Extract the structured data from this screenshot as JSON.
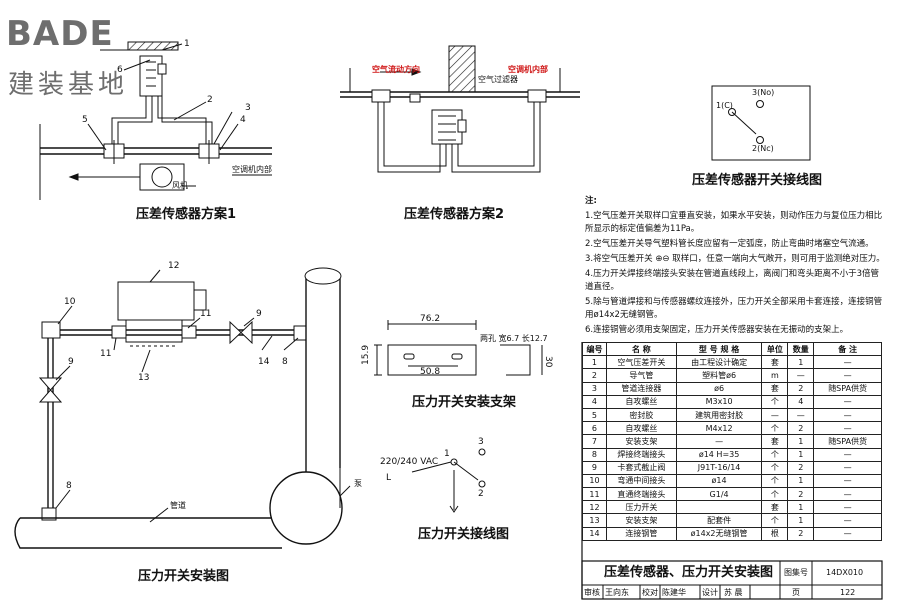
{
  "logo": {
    "latin": "BADE",
    "chinese": "建装基地"
  },
  "scheme1": {
    "title": "压差传感器方案1",
    "callouts": [
      "1",
      "6",
      "2",
      "5",
      "3",
      "4"
    ],
    "fan_label": "风机",
    "duct_label": "空调机内部"
  },
  "scheme2": {
    "title": "压差传感器方案2",
    "airflow_label": "空气流动方向",
    "filter_label": "空气过滤器",
    "inside_label": "空调机内部"
  },
  "switch_wiring_top": {
    "title": "压差传感器开关接线图",
    "terminals": [
      "3(No)",
      "1(C)",
      "2(Nc)"
    ]
  },
  "notes": {
    "heading": "注:",
    "items": [
      "1.空气压差开关取样口宜垂直安装，如果水平安装，则动作压力与复位压力相比所显示的标定值偏差为11Pa。",
      "2.空气压差开关导气塑料管长度应留有一定弧度，防止弯曲时堵塞空气流通。",
      "3.将空气压差开关 ⊕⊖ 取样口，任意一端向大气敞开，则可用于监测绝对压力。",
      "4.压力开关焊接终端接头安装在管道直线段上，离阀门和弯头距离不小于3倍管道直径。",
      "5.除与管道焊接和与传感器螺纹连接外，压力开关全部采用卡套连接，连接铜管用ø14x2无缝钢管。",
      "6.连接铜管必须用支架固定，压力开关传感器安装在无振动的支架上。"
    ]
  },
  "parts_table": {
    "headers": [
      "编号",
      "名 称",
      "型 号 规 格",
      "单位",
      "数量",
      "备 注"
    ],
    "rows": [
      [
        "1",
        "空气压差开关",
        "由工程设计确定",
        "套",
        "1",
        "—"
      ],
      [
        "2",
        "导气管",
        "塑料管ø6",
        "m",
        "—",
        "—"
      ],
      [
        "3",
        "管道连接器",
        "ø6",
        "套",
        "2",
        "随SPA供货"
      ],
      [
        "4",
        "自攻螺丝",
        "M3x10",
        "个",
        "4",
        "—"
      ],
      [
        "5",
        "密封胶",
        "建筑用密封胶",
        "—",
        "—",
        "—"
      ],
      [
        "6",
        "自攻螺丝",
        "M4x12",
        "个",
        "2",
        "—"
      ],
      [
        "7",
        "安装支架",
        "—",
        "套",
        "1",
        "随SPA供货"
      ],
      [
        "8",
        "焊接终端接头",
        "ø14  H=35",
        "个",
        "1",
        "—"
      ],
      [
        "9",
        "卡套式截止阀",
        "J91T-16/14",
        "个",
        "2",
        "—"
      ],
      [
        "10",
        "弯通中间接头",
        "ø14",
        "个",
        "1",
        "—"
      ],
      [
        "11",
        "直通终端接头",
        "G1/4",
        "个",
        "2",
        "—"
      ],
      [
        "12",
        "压力开关",
        "",
        "套",
        "1",
        "—"
      ],
      [
        "13",
        "安装支架",
        "配套件",
        "个",
        "1",
        "—"
      ],
      [
        "14",
        "连接钢管",
        "ø14x2无缝钢管",
        "根",
        "2",
        "—"
      ]
    ]
  },
  "title_block": {
    "drawing_title": "压差传感器、压力开关安装图",
    "atlas_label": "图集号",
    "atlas_no": "14DX010",
    "review": "审核",
    "reviewer": "王向东",
    "check": "校对",
    "checker": "陈建华",
    "design": "设计",
    "designer": "苏 晨",
    "page_label": "页",
    "page_no": "122"
  },
  "pressure_install": {
    "title": "压力开关安装图",
    "callouts": [
      "12",
      "10",
      "11",
      "9",
      "11",
      "14",
      "8",
      "9",
      "13",
      "8"
    ],
    "pipe_label": "管道",
    "pump_label": "泵"
  },
  "bracket": {
    "title": "压力开关安装支架",
    "dim_width": "76.2",
    "dim_inner": "50.8",
    "dim_height": "15.9",
    "dim_side": "30",
    "hole_note": "两孔 宽6.7 长12.7"
  },
  "pressure_wiring": {
    "title": "压力开关接线图",
    "voltage": "220/240 VAC",
    "line": "L",
    "terminals": [
      "3",
      "1",
      "2"
    ]
  }
}
